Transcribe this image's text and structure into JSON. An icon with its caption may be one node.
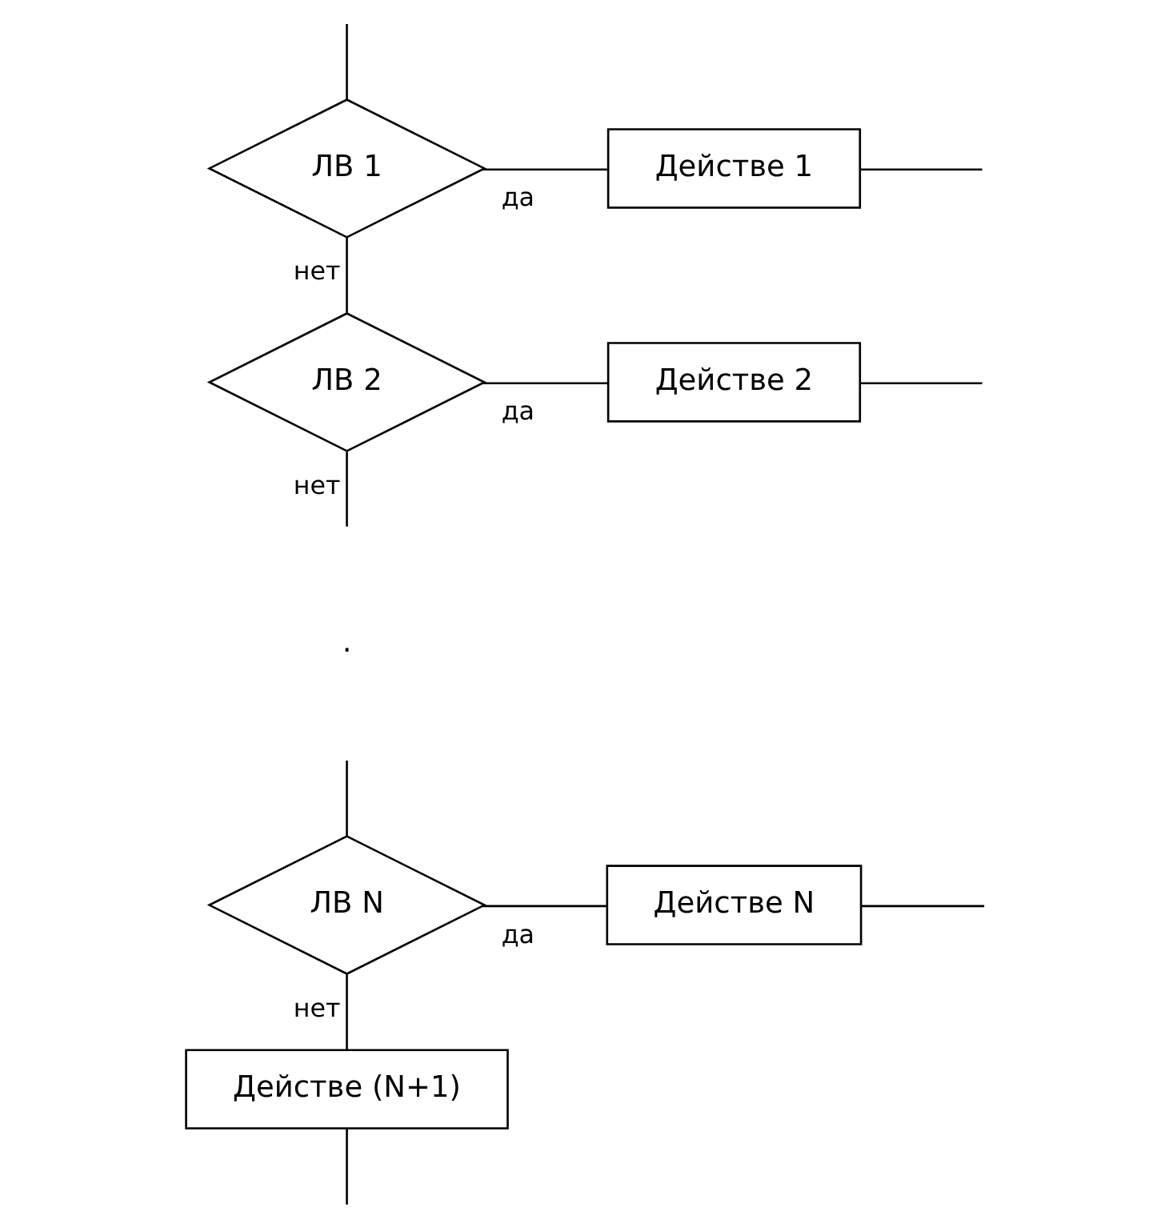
{
  "diagram": {
    "nodes": [
      {
        "text": [
          "ЛВ 1"
        ]
      },
      {
        "text": [
          "Действе 1"
        ]
      },
      {
        "text": [
          "ЛВ 2"
        ]
      },
      {
        "text": [
          "Действе 2"
        ]
      },
      {
        "text": [
          "ЛВ N"
        ]
      },
      {
        "text": [
          "Действе N"
        ]
      },
      {
        "text": [
          "Действе (N+1)"
        ]
      }
    ],
    "edges": [
      {
        "from": null,
        "to": 0,
        "arrow": "none"
      },
      {
        "from": 0,
        "to": 1,
        "arrow": "none",
        "label": "да"
      },
      {
        "from": 1,
        "to": null,
        "arrow": "none"
      },
      {
        "from": 0,
        "to": 2,
        "arrow": "none",
        "label": "нет"
      },
      {
        "from": 2,
        "to": 3,
        "arrow": "none",
        "label": "да"
      },
      {
        "from": 3,
        "to": null,
        "arrow": "none"
      },
      {
        "from": 2,
        "to": null,
        "arrow": "none",
        "label": "нет"
      },
      {
        "from": null,
        "to": 4,
        "arrow": "none"
      },
      {
        "from": 4,
        "to": 5,
        "arrow": "none",
        "label": "да"
      },
      {
        "from": 5,
        "to": null,
        "arrow": "none"
      },
      {
        "from": 4,
        "to": 6,
        "arrow": "none",
        "label": "нет"
      },
      {
        "from": 6,
        "to": null,
        "arrow": "none"
      }
    ],
    "labels": [
      "."
    ]
  }
}
